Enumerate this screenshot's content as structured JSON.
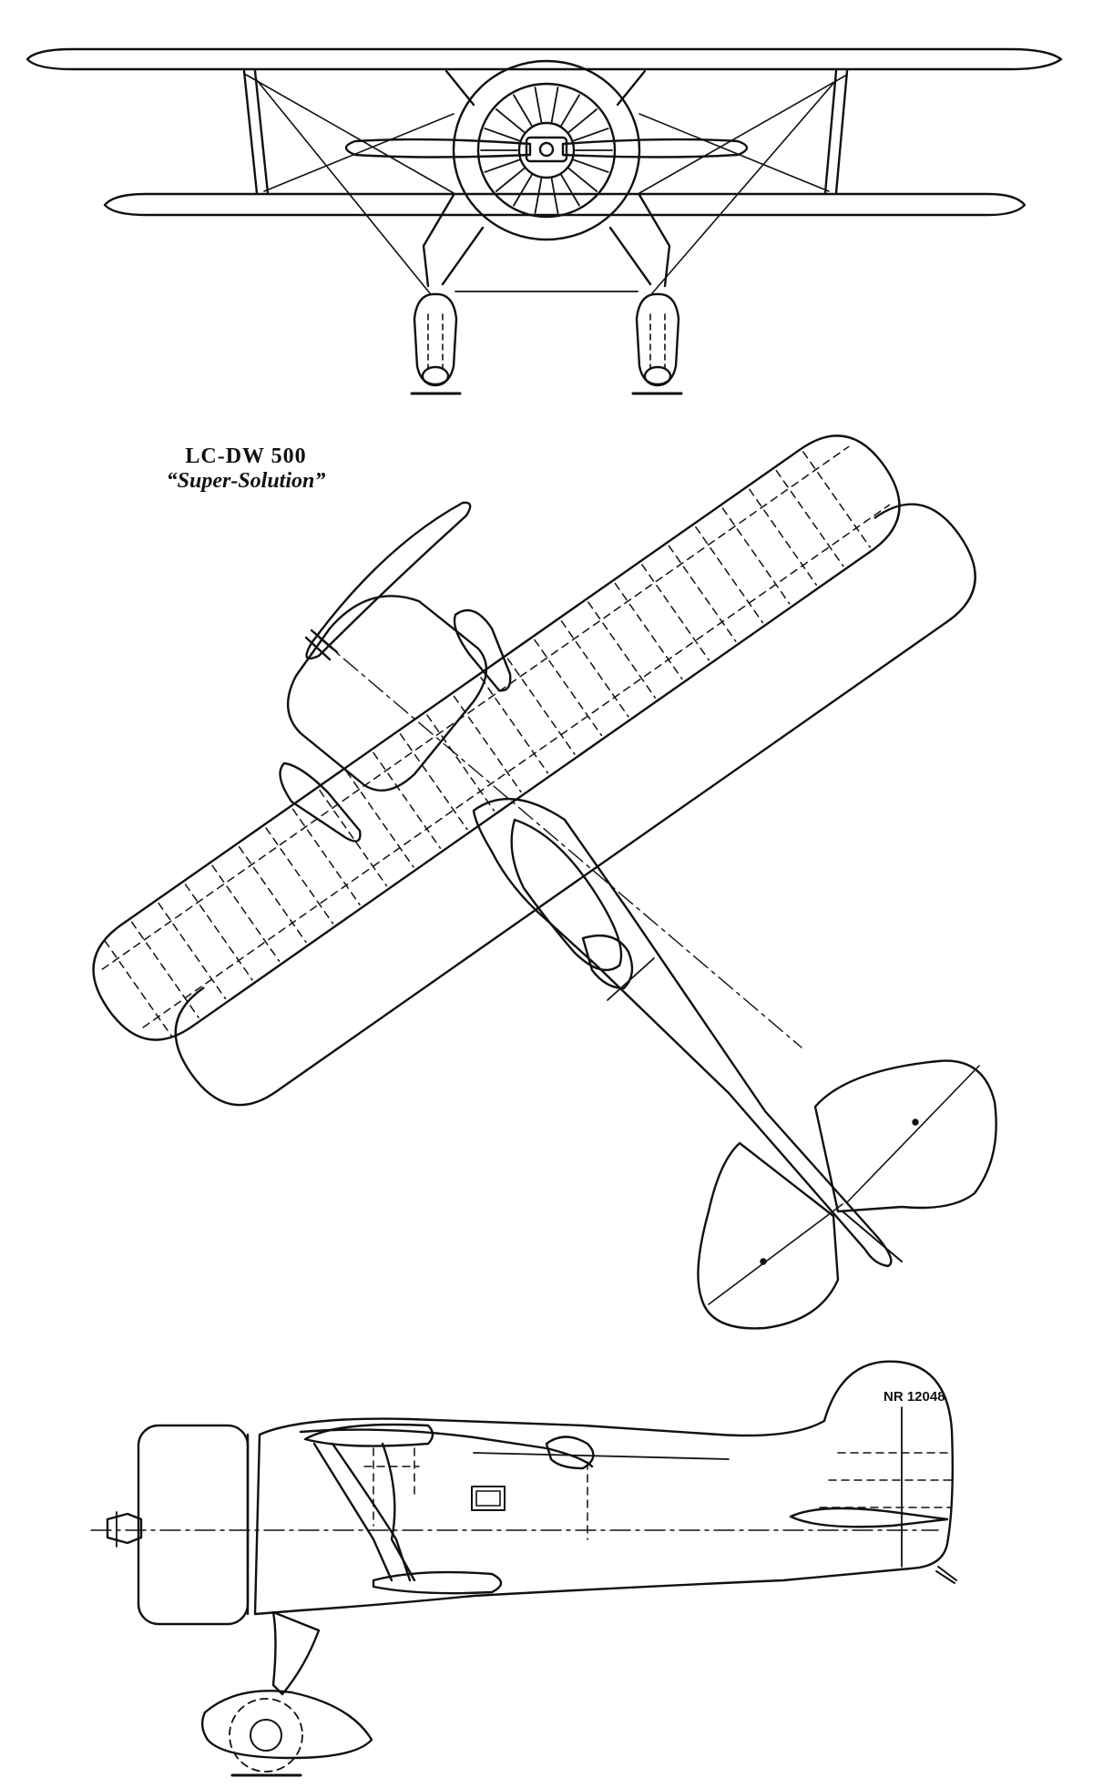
{
  "drawing": {
    "model": "LC-DW 500",
    "name": "“Super-Solution”",
    "registration": "NR 12048",
    "ink_color": "#111111",
    "paper_color": "#ffffff",
    "views": [
      "front-view",
      "plan-view",
      "side-view"
    ]
  }
}
